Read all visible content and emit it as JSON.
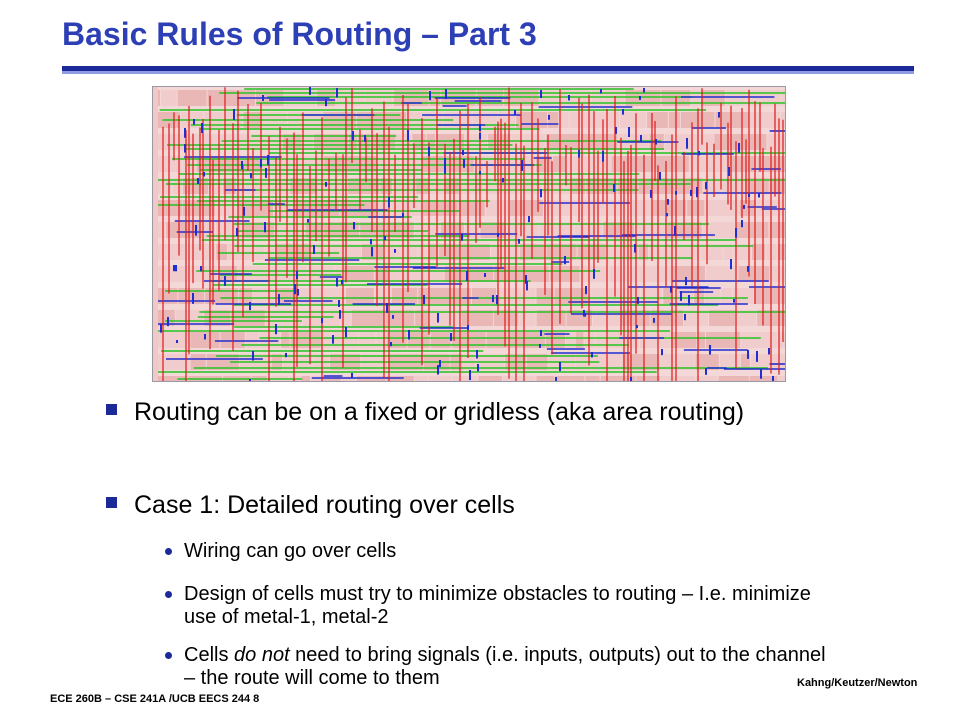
{
  "slide": {
    "title": "Basic Rules of Routing – Part 3",
    "colors": {
      "title": "#2d3fb5",
      "rule_dark": "#1c2a99",
      "rule_light": "#8e9be0",
      "bullet": "#1c2a99",
      "routing_green": "#22c322",
      "routing_red": "#e01818",
      "routing_blue": "#1f2fd0",
      "cell_pink": "#f4d7d7"
    },
    "image": {
      "description_icon": "layout-image",
      "alt": ""
    },
    "bullets": [
      {
        "text": "Routing can be on a fixed or gridless (aka area routing)",
        "sub": []
      },
      {
        "text": "Case 1: Detailed routing over cells",
        "sub": [
          {
            "parts": [
              {
                "t": "Wiring can go over cells",
                "i": false
              }
            ]
          },
          {
            "parts": [
              {
                "t": "Design of cells must try to minimize obstacles to routing – I.e. minimize use of metal-1, metal-2",
                "i": false
              }
            ]
          },
          {
            "parts": [
              {
                "t": "Cells ",
                "i": false
              },
              {
                "t": "do not",
                "i": true
              },
              {
                "t": " need to bring signals (i.e. inputs, outputs) out to the channel – the route will come to them",
                "i": false
              }
            ]
          }
        ]
      }
    ],
    "footer_left": "ECE 260B – CSE 241A /UCB EECS 244 8",
    "footer_right": "Kahng/Keutzer/Newton"
  }
}
